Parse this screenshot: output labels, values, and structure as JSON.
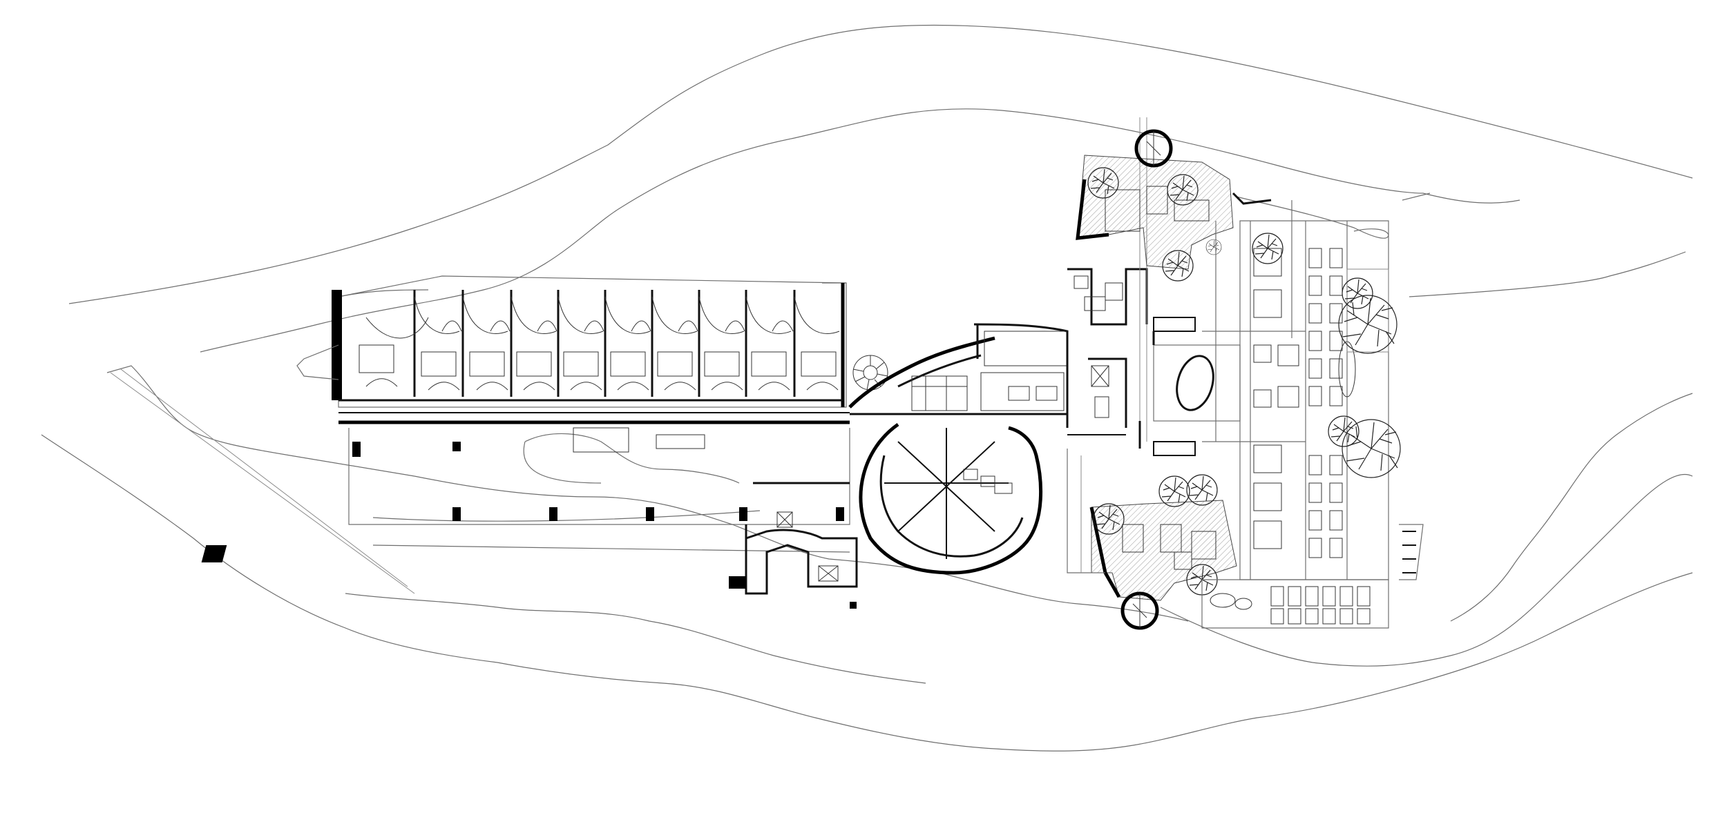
{
  "drawing": {
    "type": "architectural-site-plan",
    "colors": {
      "background": "#ffffff",
      "walls": "#111111",
      "contours": "#6e6e6e"
    },
    "icon_names": [
      "tree-symbol",
      "spiral-stair-symbol",
      "elevator-core-symbol"
    ]
  }
}
